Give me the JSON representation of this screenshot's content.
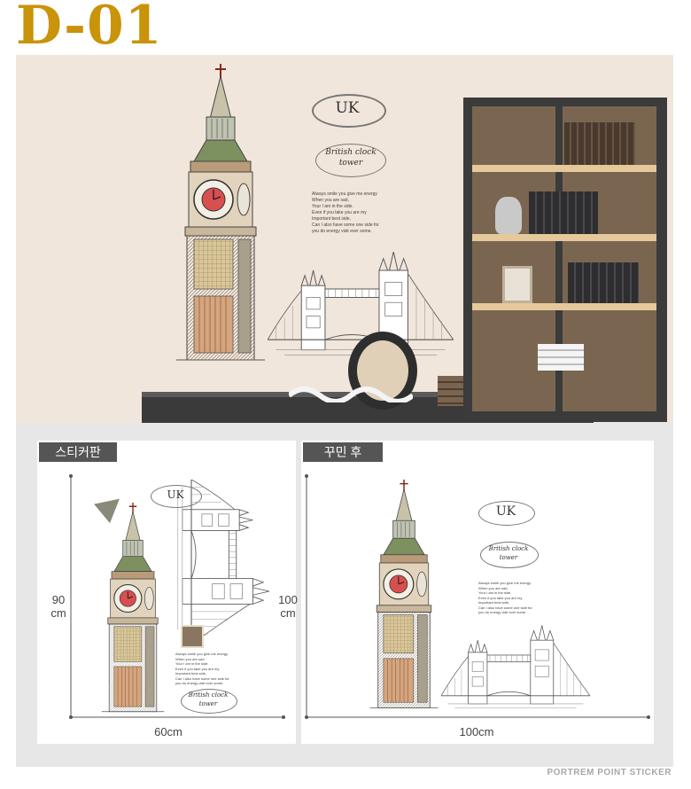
{
  "product_code": "D-01",
  "scene": {
    "sticker_oval_text": "UK",
    "sticker_caption": "British clock tower",
    "sticker_poem": [
      "Always smile you give me energy",
      "When you are sad,",
      "Your I am in the side.",
      "Even if you take you are my",
      "Important best side,",
      "Can I also have some one side for",
      "you do energy visit ever some."
    ]
  },
  "panels": {
    "before": {
      "label": "스티커판",
      "height_value": "90",
      "height_unit": "cm",
      "width_label": "60cm"
    },
    "after": {
      "label": "꾸민 후",
      "height_value": "100",
      "height_unit": "cm",
      "width_label": "100cm"
    }
  },
  "footer": "PORTREM POINT STICKER",
  "colors": {
    "title": "#c9930a",
    "wall": "#f1e6db",
    "shelf_frame": "#3b3b3b",
    "shelf_board": "#e6c99a",
    "tag_bg": "#555555",
    "clock_face": "#d94f4f"
  }
}
